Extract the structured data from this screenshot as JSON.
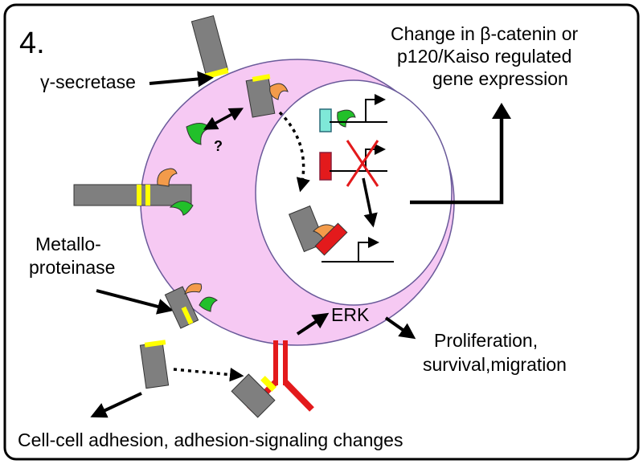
{
  "panel_number": "4.",
  "labels": {
    "gamma_secretase": "γ-secretase",
    "metalloproteinase_line1": "Metallo-",
    "metalloproteinase_line2": "proteinase",
    "question": "?",
    "erk": "ERK",
    "gene_line1": "Change in β-catenin or",
    "gene_line2": "p120/Kaiso regulated",
    "gene_line3": "gene expression",
    "prolif_line1": "Proliferation,",
    "prolif_line2": "survival,migration",
    "adhesion": "Cell-cell adhesion, adhesion-signaling changes"
  },
  "colors": {
    "cell": "#f6c9f3",
    "cell_border": "#6a5a9a",
    "nucleus": "#ffffff",
    "receptor": "#7f7f7f",
    "membrane_band": "#ffff00",
    "catenin_orange": "#f39b4a",
    "catenin_green": "#22c02a",
    "cyan_box": "#7fe8d8",
    "red": "#e31a1c",
    "erk_receptor": "#e31a1c"
  }
}
